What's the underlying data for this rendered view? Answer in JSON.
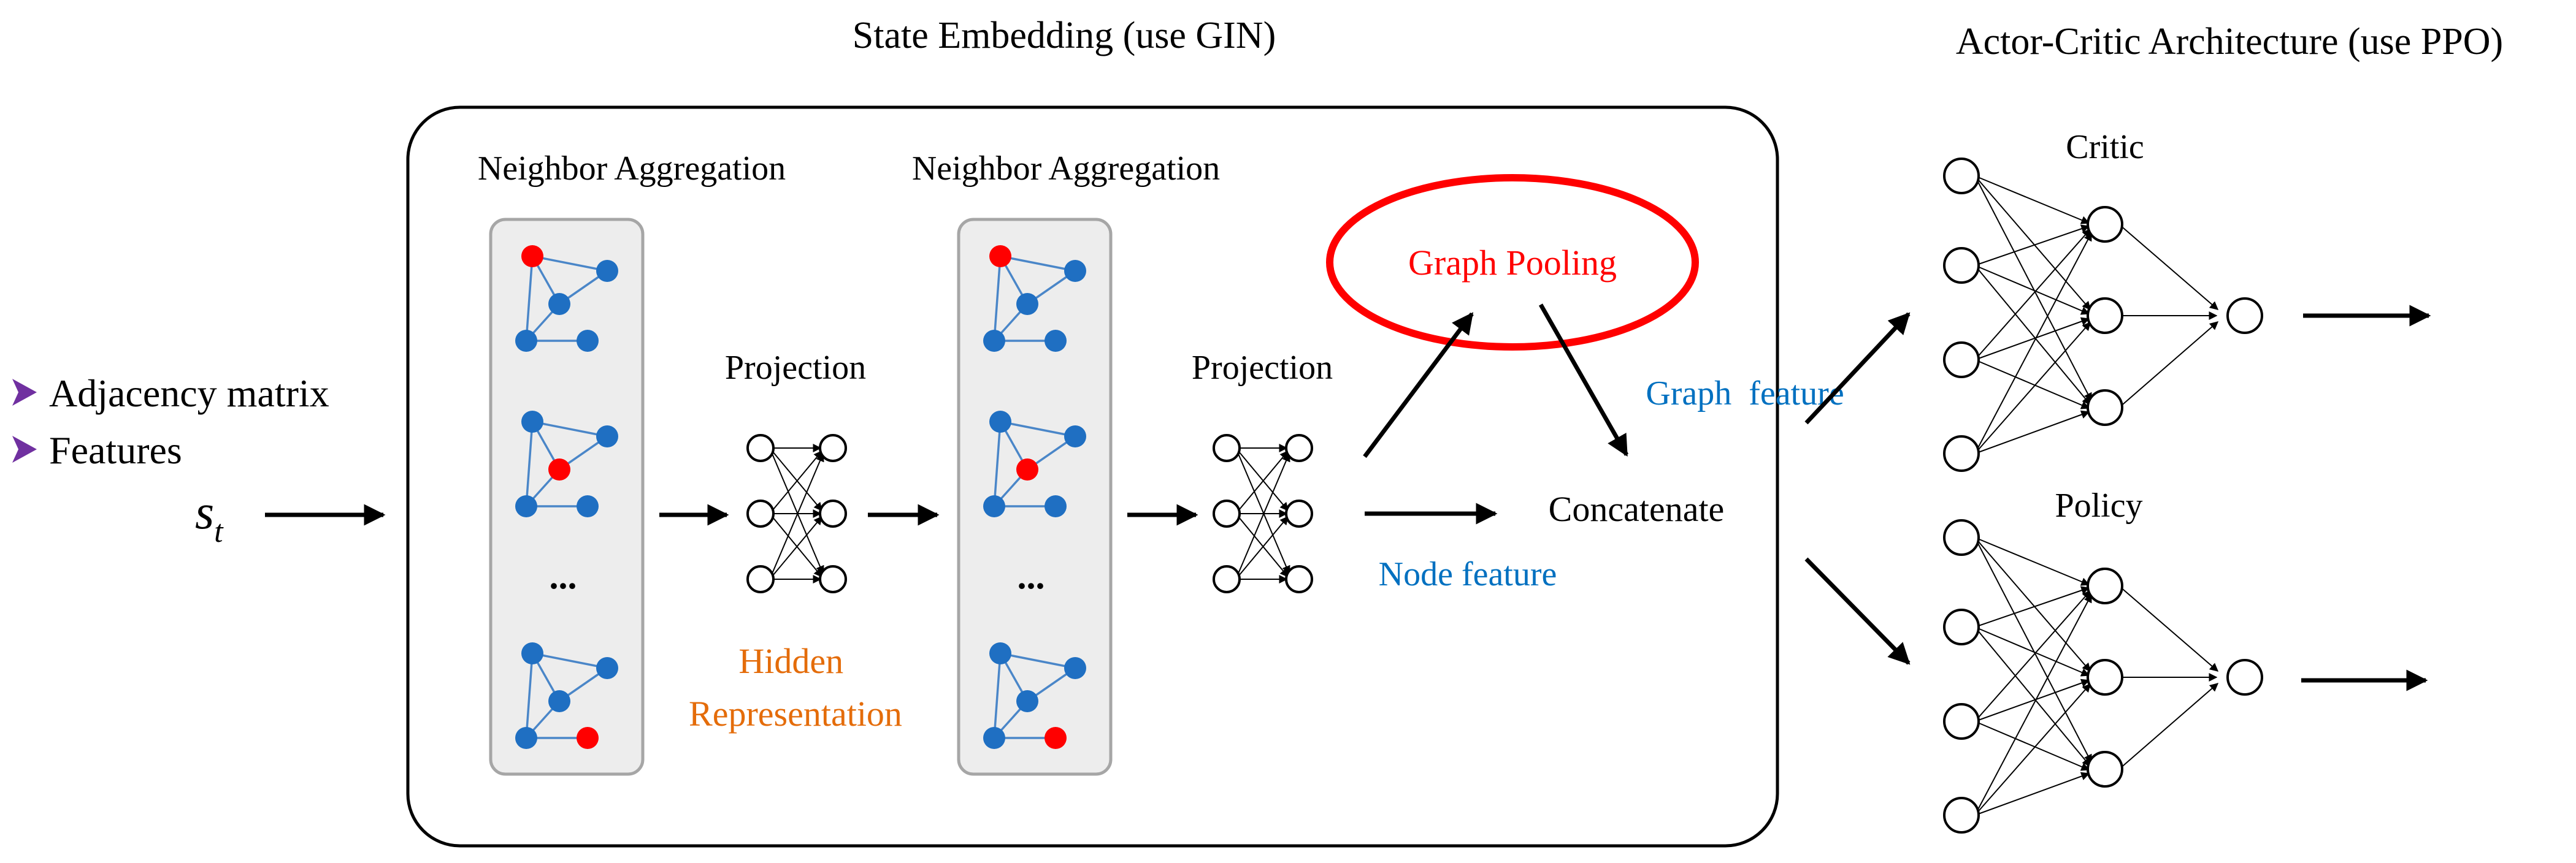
{
  "titles": {
    "state_embedding": "State Embedding (use GIN)",
    "actor_critic": "Actor-Critic Architecture (use PPO)"
  },
  "inputs": {
    "items": [
      "Adjacency matrix",
      "Features"
    ],
    "state_symbol": "s",
    "state_subscript": "t"
  },
  "gin": {
    "aggregation_label": "Neighbor Aggregation",
    "projection_label": "Projection",
    "ellipsis": "...",
    "hidden_representation_line1": "Hidden",
    "hidden_representation_line2": "Representation",
    "graph_pooling": "Graph Pooling",
    "graph_feature": "Graph  feature",
    "node_feature": "Node feature",
    "concatenate": "Concatenate"
  },
  "networks": {
    "critic_label": "Critic",
    "policy_label": "Policy"
  },
  "colors": {
    "node_blue": "#1f6fc2",
    "node_red": "#ff0000",
    "edge_blue": "#4a86c8",
    "panel_fill": "#ededed",
    "panel_stroke": "#a6a6a6",
    "orange": "#e46c0a",
    "feature_blue": "#0070c0",
    "pool_red": "#ff0000",
    "bullet_purple": "#7030a0",
    "ink": "#000000"
  }
}
